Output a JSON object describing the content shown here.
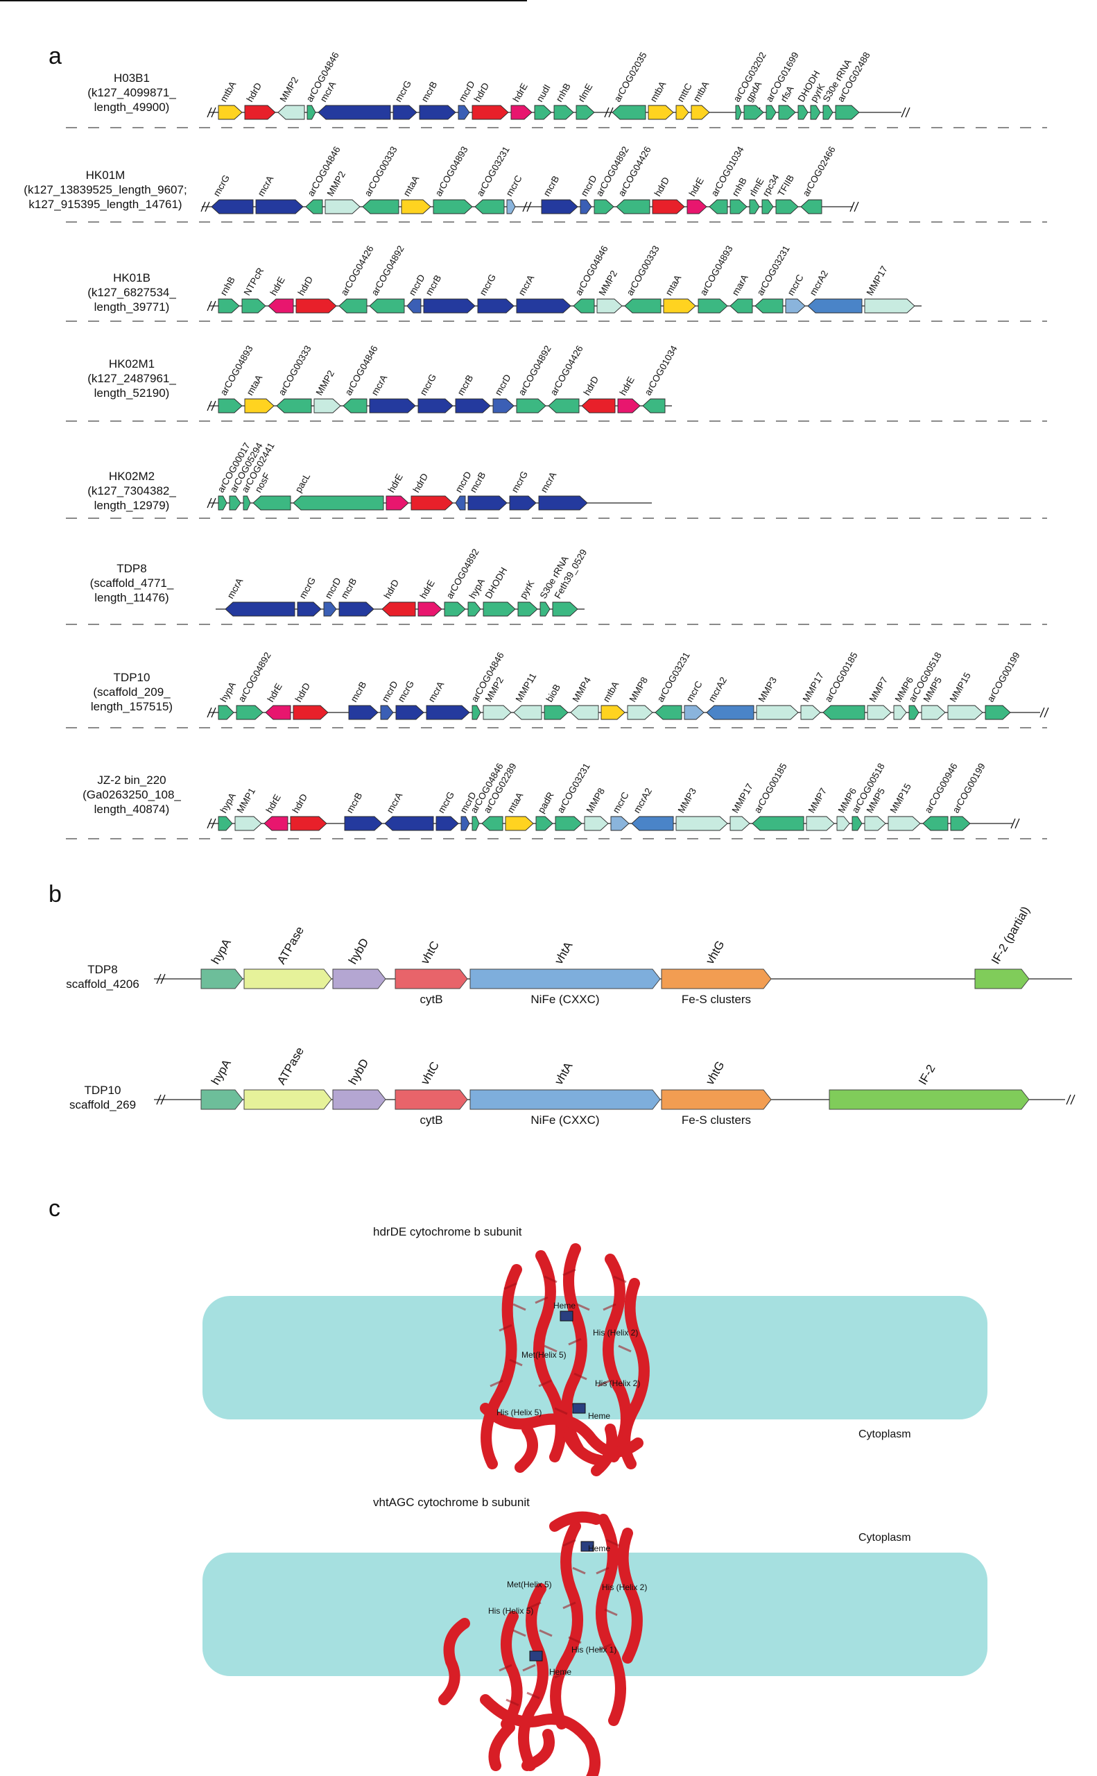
{
  "panels": {
    "a": "a",
    "b": "b",
    "c": "c"
  },
  "colors": {
    "mt": "#ffd320",
    "hdr_d": "#e8202a",
    "hdr_e": "#e8166e",
    "mcr": "#243a9e",
    "mcr_light": "#3b5fb5",
    "mcrA2": "#4a84c8",
    "mcrC": "#8ab4dc",
    "cog": "#3cb882",
    "mmp": "#c8ebe0",
    "vht_hypA": "#6dbe9a",
    "vht_atpase": "#e6f29a",
    "vht_hybD": "#b4a6d2",
    "vht_vhtC": "#e8646a",
    "vht_vhtA": "#7eaedc",
    "vht_vhtG": "#f29d52",
    "vht_if2": "#80cc5a",
    "membrane": "#a6e0e0",
    "protein": "#d81e26"
  },
  "panel_a": {
    "clusters": [
      {
        "name": [
          "H03B1",
          "(k127_4099871_",
          "length_49900)"
        ],
        "genes": [
          {
            "label": "mtbA",
            "type": "mt"
          },
          {
            "label": "hdrD",
            "type": "hdr_d"
          },
          {
            "label": "MMP2",
            "type": "mmp"
          },
          {
            "label": "arCOG04846",
            "type": "cog"
          },
          {
            "label": "mcrA",
            "type": "mcr"
          },
          {
            "label": "mcrG",
            "type": "mcr"
          },
          {
            "label": "mcrB",
            "type": "mcr"
          },
          {
            "label": "mcrD",
            "type": "mcr_light"
          },
          {
            "label": "hdrD",
            "type": "hdr_d"
          },
          {
            "label": "hdrE",
            "type": "hdr_e"
          },
          {
            "label": "nudI",
            "type": "cog"
          },
          {
            "label": "rnhB",
            "type": "cog"
          },
          {
            "label": "rlmE",
            "type": "cog"
          },
          {
            "label": "arCOG02035",
            "type": "cog"
          },
          {
            "label": "mtbA",
            "type": "mt"
          },
          {
            "label": "mttC",
            "type": "mt"
          },
          {
            "label": "mtbA",
            "type": "mt"
          },
          {
            "label": "arCOG03202",
            "type": "cog"
          },
          {
            "label": "gpdA",
            "type": "cog"
          },
          {
            "label": "arCOG01699",
            "type": "cog"
          },
          {
            "label": "rfsA",
            "type": "cog"
          },
          {
            "label": "DHODH",
            "type": "cog"
          },
          {
            "label": "pyrK",
            "type": "cog"
          },
          {
            "label": "S30e rRNA",
            "type": "cog"
          },
          {
            "label": "arCOG02488",
            "type": "cog"
          }
        ]
      },
      {
        "name": [
          "HK01M",
          "(k127_13839525_length_9607;",
          "k127_915395_length_14761)"
        ],
        "genes": [
          {
            "label": "mcrG",
            "type": "mcr"
          },
          {
            "label": "mcrA",
            "type": "mcr"
          },
          {
            "label": "arCOG04846",
            "type": "cog"
          },
          {
            "label": "MMP2",
            "type": "mmp"
          },
          {
            "label": "arCOG00333",
            "type": "cog"
          },
          {
            "label": "mtaA",
            "type": "mt"
          },
          {
            "label": "arCOG04893",
            "type": "cog"
          },
          {
            "label": "arCOG03231",
            "type": "cog"
          },
          {
            "label": "mcrC",
            "type": "mcrC"
          },
          {
            "label": "mcrB",
            "type": "mcr"
          },
          {
            "label": "mcrD",
            "type": "mcr_light"
          },
          {
            "label": "arCOG04892",
            "type": "cog"
          },
          {
            "label": "arCOG04426",
            "type": "cog"
          },
          {
            "label": "hdrD",
            "type": "hdr_d"
          },
          {
            "label": "hdrE",
            "type": "hdr_e"
          },
          {
            "label": "arCOG01034",
            "type": "cog"
          },
          {
            "label": "rnhB",
            "type": "cog"
          },
          {
            "label": "rlmE",
            "type": "cog"
          },
          {
            "label": "rpc34",
            "type": "cog"
          },
          {
            "label": "TFIIB",
            "type": "cog"
          },
          {
            "label": "arCOG02466",
            "type": "cog"
          }
        ]
      },
      {
        "name": [
          "HK01B",
          "(k127_6827534_",
          "length_39771)"
        ],
        "genes": [
          {
            "label": "rnhB",
            "type": "cog"
          },
          {
            "label": "NTPcR",
            "type": "cog"
          },
          {
            "label": "hdrE",
            "type": "hdr_e"
          },
          {
            "label": "hdrD",
            "type": "hdr_d"
          },
          {
            "label": "arCOG04426",
            "type": "cog"
          },
          {
            "label": "arCOG04892",
            "type": "cog"
          },
          {
            "label": "mcrD",
            "type": "mcr_light"
          },
          {
            "label": "mcrB",
            "type": "mcr"
          },
          {
            "label": "mcrG",
            "type": "mcr"
          },
          {
            "label": "mcrA",
            "type": "mcr"
          },
          {
            "label": "arCOG04846",
            "type": "cog"
          },
          {
            "label": "MMP2",
            "type": "mmp"
          },
          {
            "label": "arCOG00333",
            "type": "cog"
          },
          {
            "label": "mtaA",
            "type": "mt"
          },
          {
            "label": "arCOG04893",
            "type": "cog"
          },
          {
            "label": "marA",
            "type": "cog"
          },
          {
            "label": "arCOG03231",
            "type": "cog"
          },
          {
            "label": "mcrC",
            "type": "mcrC"
          },
          {
            "label": "mcrA2",
            "type": "mcrA2"
          },
          {
            "label": "MMP17",
            "type": "mmp"
          }
        ]
      },
      {
        "name": [
          "HK02M1",
          "(k127_2487961_",
          "length_52190)"
        ],
        "genes": [
          {
            "label": "arCOG04893",
            "type": "cog"
          },
          {
            "label": "mtaA",
            "type": "mt"
          },
          {
            "label": "arCOG00333",
            "type": "cog"
          },
          {
            "label": "MMP2",
            "type": "mmp"
          },
          {
            "label": "arCOG04846",
            "type": "cog"
          },
          {
            "label": "mcrA",
            "type": "mcr"
          },
          {
            "label": "mcrG",
            "type": "mcr"
          },
          {
            "label": "mcrB",
            "type": "mcr"
          },
          {
            "label": "mcrD",
            "type": "mcr_light"
          },
          {
            "label": "arCOG04892",
            "type": "cog"
          },
          {
            "label": "arCOG04426",
            "type": "cog"
          },
          {
            "label": "hdrD",
            "type": "hdr_d"
          },
          {
            "label": "hdrE",
            "type": "hdr_e"
          },
          {
            "label": "arCOG01034",
            "type": "cog"
          }
        ]
      },
      {
        "name": [
          "HK02M2",
          "(k127_7304382_",
          "length_12979)"
        ],
        "genes": [
          {
            "label": "arCOG00017",
            "type": "cog"
          },
          {
            "label": "arCOG05294",
            "type": "cog"
          },
          {
            "label": "arCOG02441",
            "type": "cog"
          },
          {
            "label": "nosF",
            "type": "cog"
          },
          {
            "label": "pacL",
            "type": "cog"
          },
          {
            "label": "hdrE",
            "type": "hdr_e"
          },
          {
            "label": "hdrD",
            "type": "hdr_d"
          },
          {
            "label": "mcrD",
            "type": "mcr_light"
          },
          {
            "label": "mcrB",
            "type": "mcr"
          },
          {
            "label": "mcrG",
            "type": "mcr"
          },
          {
            "label": "mcrA",
            "type": "mcr"
          }
        ]
      },
      {
        "name": [
          "TDP8",
          "(scaffold_4771_",
          "length_11476)"
        ],
        "genes": [
          {
            "label": "mcrA",
            "type": "mcr"
          },
          {
            "label": "mcrG",
            "type": "mcr"
          },
          {
            "label": "mcrD",
            "type": "mcr_light"
          },
          {
            "label": "mcrB",
            "type": "mcr"
          },
          {
            "label": "hdrD",
            "type": "hdr_d"
          },
          {
            "label": "hdrE",
            "type": "hdr_e"
          },
          {
            "label": "arCOG04892",
            "type": "cog"
          },
          {
            "label": "hypA",
            "type": "cog"
          },
          {
            "label": "DHODH",
            "type": "cog"
          },
          {
            "label": "pyrK",
            "type": "cog"
          },
          {
            "label": "S30e rRNA",
            "type": "cog"
          },
          {
            "label": "Feth39_0529",
            "type": "cog"
          }
        ]
      },
      {
        "name": [
          "TDP10",
          "(scaffold_209_",
          "length_157515)"
        ],
        "genes": [
          {
            "label": "hypA",
            "type": "cog"
          },
          {
            "label": "arCOG04892",
            "type": "cog"
          },
          {
            "label": "hdrE",
            "type": "hdr_e"
          },
          {
            "label": "hdrD",
            "type": "hdr_d"
          },
          {
            "label": "mcrB",
            "type": "mcr"
          },
          {
            "label": "mcrD",
            "type": "mcr_light"
          },
          {
            "label": "mcrG",
            "type": "mcr"
          },
          {
            "label": "mcrA",
            "type": "mcr"
          },
          {
            "label": "arCOG04846",
            "type": "cog"
          },
          {
            "label": "MMP2",
            "type": "mmp"
          },
          {
            "label": "MMP11",
            "type": "mmp"
          },
          {
            "label": "bioB",
            "type": "cog"
          },
          {
            "label": "MMP4",
            "type": "mmp"
          },
          {
            "label": "mtbA",
            "type": "mt"
          },
          {
            "label": "MMP8",
            "type": "mmp"
          },
          {
            "label": "arCOG03231",
            "type": "cog"
          },
          {
            "label": "mcrC",
            "type": "mcrC"
          },
          {
            "label": "mcrA2",
            "type": "mcrA2"
          },
          {
            "label": "MMP3",
            "type": "mmp"
          },
          {
            "label": "MMP17",
            "type": "mmp"
          },
          {
            "label": "arCOG00185",
            "type": "cog"
          },
          {
            "label": "MMP7",
            "type": "mmp"
          },
          {
            "label": "MMP6",
            "type": "mmp"
          },
          {
            "label": "arCOG00518",
            "type": "cog"
          },
          {
            "label": "MMP5",
            "type": "mmp"
          },
          {
            "label": "MMP15",
            "type": "mmp"
          },
          {
            "label": "arCOG00199",
            "type": "cog"
          }
        ]
      },
      {
        "name": [
          "JZ-2 bin_220",
          "(Ga0263250_108_",
          "length_40874)"
        ],
        "genes": [
          {
            "label": "hypA",
            "type": "cog"
          },
          {
            "label": "MMP1",
            "type": "mmp"
          },
          {
            "label": "hdrE",
            "type": "hdr_e"
          },
          {
            "label": "hdrD",
            "type": "hdr_d"
          },
          {
            "label": "mcrB",
            "type": "mcr"
          },
          {
            "label": "mcrA",
            "type": "mcr"
          },
          {
            "label": "mcrG",
            "type": "mcr"
          },
          {
            "label": "mcrD",
            "type": "mcr_light"
          },
          {
            "label": "arCOG04846",
            "type": "cog"
          },
          {
            "label": "arCOG02289",
            "type": "cog"
          },
          {
            "label": "mtaA",
            "type": "mt"
          },
          {
            "label": "padR",
            "type": "cog"
          },
          {
            "label": "arCOG03231",
            "type": "cog"
          },
          {
            "label": "MMP8",
            "type": "mmp"
          },
          {
            "label": "mcrC",
            "type": "mcrC"
          },
          {
            "label": "mcrA2",
            "type": "mcrA2"
          },
          {
            "label": "MMP3",
            "type": "mmp"
          },
          {
            "label": "MMP17",
            "type": "mmp"
          },
          {
            "label": "arCOG00185",
            "type": "cog"
          },
          {
            "label": "MMP7",
            "type": "mmp"
          },
          {
            "label": "MMP6",
            "type": "mmp"
          },
          {
            "label": "arCOG00518",
            "type": "cog"
          },
          {
            "label": "MMP5",
            "type": "mmp"
          },
          {
            "label": "MMP15",
            "type": "mmp"
          },
          {
            "label": "arCOG00946",
            "type": "cog"
          },
          {
            "label": "arCOG00199",
            "type": "cog"
          }
        ]
      }
    ]
  },
  "panel_b": {
    "clusters": [
      {
        "name": [
          "TDP8",
          "scaffold_4206"
        ],
        "genes": [
          {
            "label": "hypA",
            "type": "vht_hypA",
            "sub": ""
          },
          {
            "label": "ATPase",
            "type": "vht_atpase",
            "sub": ""
          },
          {
            "label": "hybD",
            "type": "vht_hybD",
            "sub": ""
          },
          {
            "label": "vhtC",
            "type": "vht_vhtC",
            "sub": "cytB"
          },
          {
            "label": "vhtA",
            "type": "vht_vhtA",
            "sub": "NiFe (CXXC)"
          },
          {
            "label": "vhtG",
            "type": "vht_vhtG",
            "sub": "Fe-S clusters"
          },
          {
            "label": "IF-2 (partial)",
            "type": "vht_if2",
            "sub": ""
          }
        ]
      },
      {
        "name": [
          "TDP10",
          "scaffold_269"
        ],
        "genes": [
          {
            "label": "hypA",
            "type": "vht_hypA",
            "sub": ""
          },
          {
            "label": "ATPase",
            "type": "vht_atpase",
            "sub": ""
          },
          {
            "label": "hybD",
            "type": "vht_hybD",
            "sub": ""
          },
          {
            "label": "vhtC",
            "type": "vht_vhtC",
            "sub": "cytB"
          },
          {
            "label": "vhtA",
            "type": "vht_vhtA",
            "sub": "NiFe (CXXC)"
          },
          {
            "label": "vhtG",
            "type": "vht_vhtG",
            "sub": "Fe-S clusters"
          },
          {
            "label": "IF-2",
            "type": "vht_if2",
            "sub": ""
          }
        ]
      }
    ]
  },
  "panel_c": {
    "structures": [
      {
        "title": "hdrDE cytochrome b subunit",
        "cytoplasm": "Cytoplasm",
        "labels": [
          "Heme",
          "His (Helix 2)",
          "Met(Helix 5)",
          "His (Helix 2)",
          "His (Helix 5)",
          "Heme"
        ]
      },
      {
        "title": "vhtAGC cytochrome b subunit",
        "cytoplasm": "Cytoplasm",
        "labels": [
          "Heme",
          "Met(Helix 5)",
          "His (Helix 2)",
          "His (Helix 5)",
          "His (Helix 1)",
          "Heme"
        ]
      }
    ]
  }
}
